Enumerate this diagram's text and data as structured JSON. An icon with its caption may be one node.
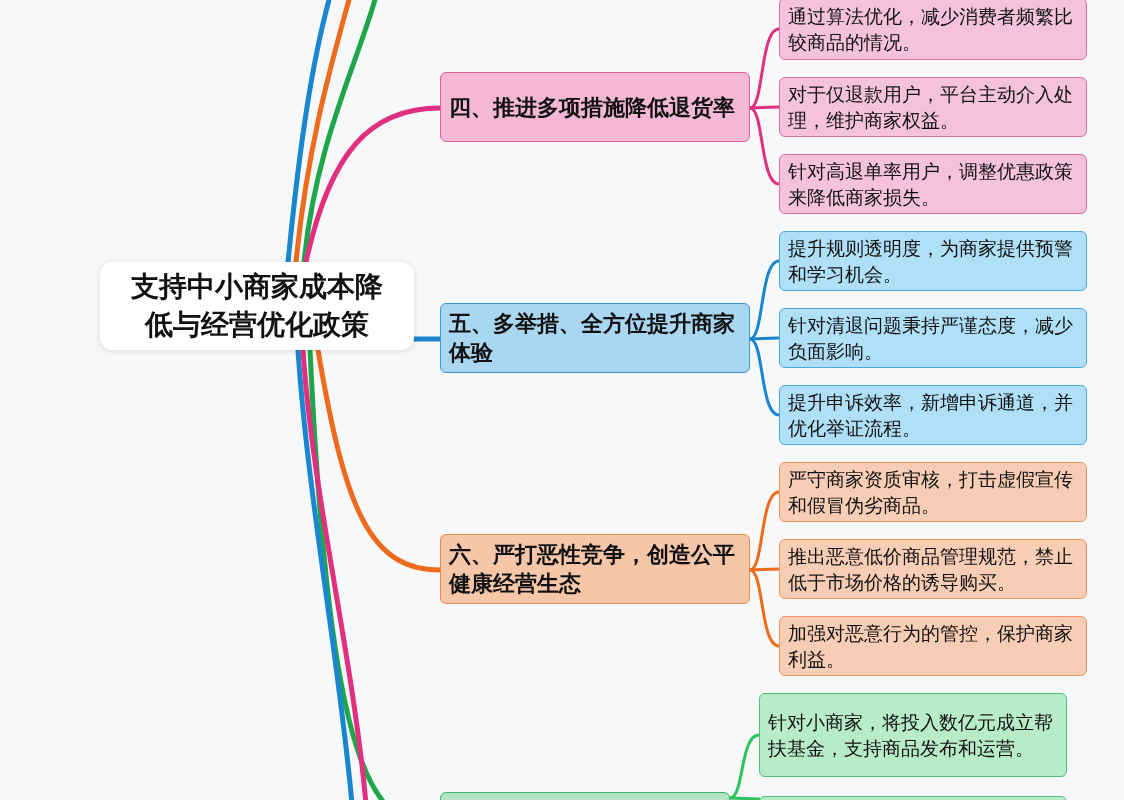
{
  "diagram": {
    "nodes": [
      {
        "text": [
          "支持中小商家成本降低与经营优化政策"
        ]
      },
      {
        "text": [
          "四、推进多项措施降低退货率"
        ]
      },
      {
        "text": [
          "通过算法优化，减少消费者频繁比较商品的情况。"
        ]
      },
      {
        "text": [
          "对于仅退款用户，平台主动介入处理，维护商家权益。"
        ]
      },
      {
        "text": [
          "针对高退单率用户，调整优惠政策来降低商家损失。"
        ]
      },
      {
        "text": [
          "五、多举措、全方位提升商家体验"
        ]
      },
      {
        "text": [
          "提升规则透明度，为商家提供预警和学习机会。"
        ]
      },
      {
        "text": [
          "针对清退问题秉持严谨态度，减少负面影响。"
        ]
      },
      {
        "text": [
          "提升申诉效率，新增申诉通道，并优化举证流程。"
        ]
      },
      {
        "text": [
          "六、严打恶性竞争，创造公平健康经营生态"
        ]
      },
      {
        "text": [
          "严守商家资质审核，打击虚假宣传和假冒伪劣商品。"
        ]
      },
      {
        "text": [
          "推出恶意低价商品管理规范，禁止低于市场价格的诱导购买。"
        ]
      },
      {
        "text": [
          "加强对恶意行为的管控，保护商家利益。"
        ]
      },
      {
        "text": [],
        "shape": "box"
      },
      {
        "text": [
          "针对小商家，将投入数亿元成立帮扶基金，支持商品发布和运营。"
        ]
      },
      {
        "text": [],
        "shape": "box"
      }
    ],
    "edges": [
      {
        "from": 0,
        "to": null,
        "arrow": "none",
        "color": "#1a86d0"
      },
      {
        "from": 0,
        "to": null,
        "arrow": "none",
        "color": "#ee6a1c"
      },
      {
        "from": 0,
        "to": null,
        "arrow": "none",
        "color": "#1fa64a"
      },
      {
        "from": 0,
        "to": 1,
        "arrow": "none",
        "color": "#e0307f"
      },
      {
        "from": 1,
        "to": 2,
        "arrow": "none",
        "color": "#e0307f"
      },
      {
        "from": 1,
        "to": 3,
        "arrow": "none",
        "color": "#e0307f"
      },
      {
        "from": 1,
        "to": 4,
        "arrow": "none",
        "color": "#e0307f"
      },
      {
        "from": 0,
        "to": 5,
        "arrow": "none",
        "color": "#1a86d0"
      },
      {
        "from": 5,
        "to": 6,
        "arrow": "none",
        "color": "#1a86d0"
      },
      {
        "from": 5,
        "to": 7,
        "arrow": "none",
        "color": "#1a86d0"
      },
      {
        "from": 5,
        "to": 8,
        "arrow": "none",
        "color": "#1a86d0"
      },
      {
        "from": 0,
        "to": 9,
        "arrow": "none",
        "color": "#ee6a1c"
      },
      {
        "from": 9,
        "to": 10,
        "arrow": "none",
        "color": "#ee6a1c"
      },
      {
        "from": 9,
        "to": 11,
        "arrow": "none",
        "color": "#ee6a1c"
      },
      {
        "from": 9,
        "to": 12,
        "arrow": "none",
        "color": "#ee6a1c"
      },
      {
        "from": 0,
        "to": 13,
        "arrow": "none",
        "color": "#1fa64a"
      },
      {
        "from": 13,
        "to": 14,
        "arrow": "none",
        "color": "#2cc45a"
      },
      {
        "from": 13,
        "to": 15,
        "arrow": "none",
        "color": "#2cc45a"
      },
      {
        "from": 0,
        "to": null,
        "arrow": "none",
        "color": "#1a86d0"
      },
      {
        "from": 0,
        "to": null,
        "arrow": "none",
        "color": "#e0307f"
      }
    ]
  }
}
